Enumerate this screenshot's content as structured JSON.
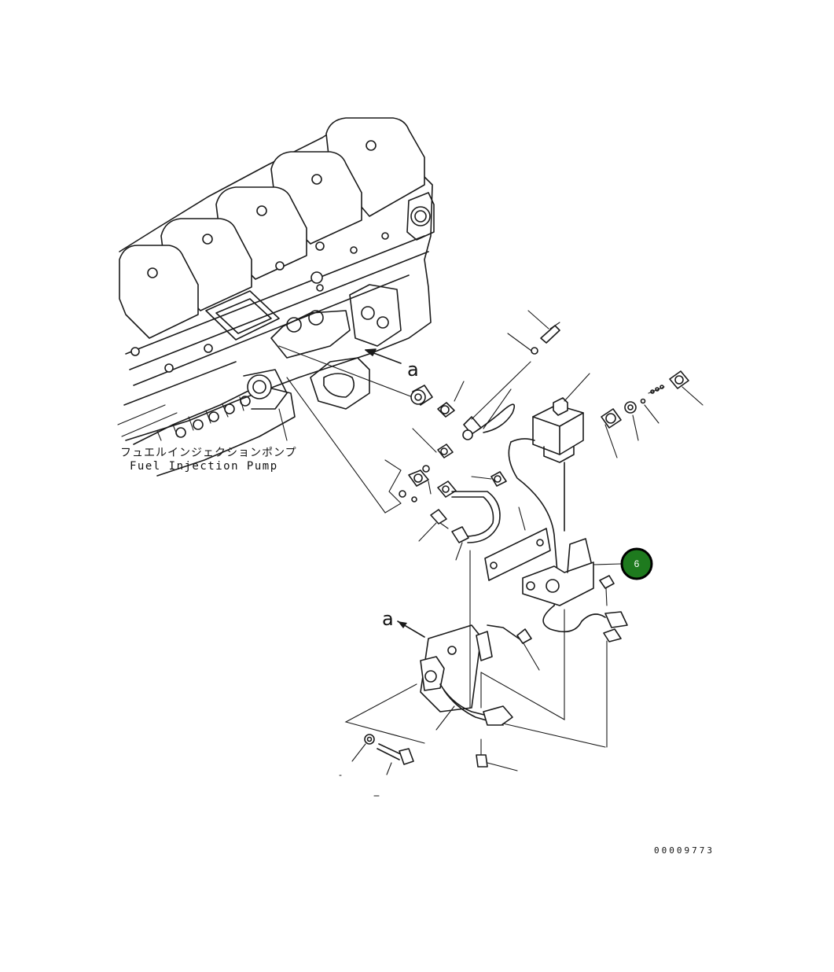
{
  "diagram": {
    "pump_label_jp": "フュエルインジェクションポンプ",
    "pump_label_en": "Fuel Injection Pump",
    "view_marker_upper": "a",
    "view_marker_lower": "a",
    "drawing_number": "00009773"
  },
  "callouts": [
    {
      "number": "6",
      "color": "#1e7a1e"
    }
  ]
}
